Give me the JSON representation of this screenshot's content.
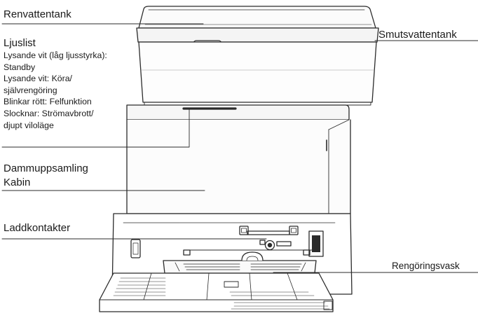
{
  "callouts": {
    "clean_water_tank": "Renvattentank",
    "dirty_water_tank": "Smutsvattentank",
    "light_bar": {
      "title": "Ljuslist",
      "states": [
        "Lysande vit (låg ljusstyrka):",
        "Standby",
        "Lysande vit: Köra/",
        "självrengöring",
        "Blinkar rött: Felfunktion",
        "Slocknar: Strömavbrott/",
        "djupt viloläge"
      ]
    },
    "dust_collection": [
      "Dammuppsamling",
      "Kabin"
    ],
    "charging_contacts": "Laddkontakter",
    "cleaning_tray": "Rengöringsvask"
  },
  "colors": {
    "line": "#2b2b2b",
    "text": "#1a1a1a",
    "background": "#ffffff"
  },
  "icons": [
    "wifi-sensor-icon",
    "latch-icon",
    "charging-contact-icon"
  ]
}
